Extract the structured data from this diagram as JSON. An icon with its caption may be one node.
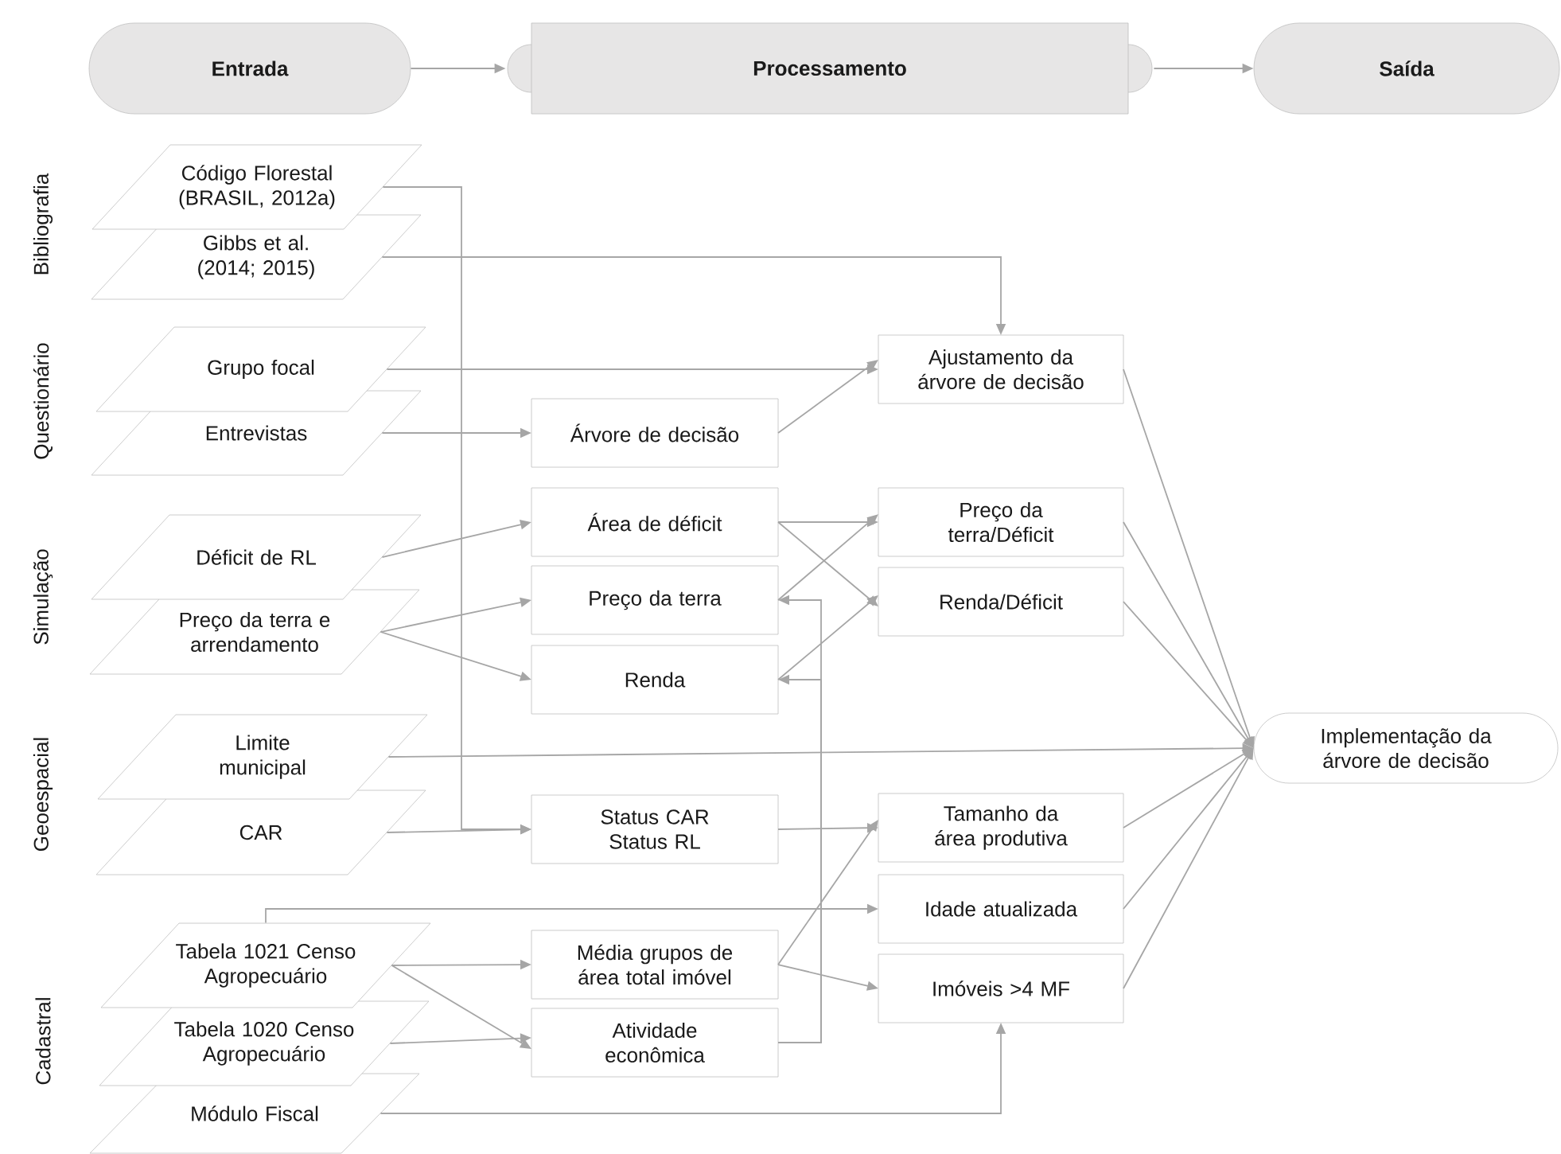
{
  "diagram": {
    "nodes": [
      {
        "text": [
          "Entrada"
        ]
      },
      {
        "text": [
          "Processamento"
        ]
      },
      {
        "text": [
          "Saída"
        ]
      },
      {
        "text": [
          "Código Florestal (BRASIL, 2012a)"
        ]
      },
      {
        "text": [
          "Gibbs et al. (2014; 2015)"
        ]
      },
      {
        "text": [
          "Grupo focal"
        ]
      },
      {
        "text": [
          "Entrevistas"
        ]
      },
      {
        "text": [
          "Déficit de RL"
        ]
      },
      {
        "text": [
          "Preço da terra e arrendamento"
        ]
      },
      {
        "text": [
          "Limite municipal"
        ]
      },
      {
        "text": [
          "CAR"
        ]
      },
      {
        "text": [
          "Tabela 1021 Censo Agropecuário"
        ]
      },
      {
        "text": [
          "Tabela 1020 Censo Agropecuário"
        ]
      },
      {
        "text": [
          "Módulo Fiscal"
        ]
      },
      {
        "text": [
          "Árvore de decisão"
        ]
      },
      {
        "text": [
          "Área de déficit"
        ]
      },
      {
        "text": [
          "Preço da terra"
        ]
      },
      {
        "text": [
          "Renda"
        ]
      },
      {
        "text": [
          "Status CAR Status RL"
        ]
      },
      {
        "text": [
          "Média grupos de área total imóvel"
        ]
      },
      {
        "text": [
          "Atividade econômica"
        ]
      },
      {
        "text": [
          "Ajustamento da árvore de decisão"
        ]
      },
      {
        "text": [
          "Preço da terra/Déficit"
        ]
      },
      {
        "text": [
          "Renda/Déficit"
        ]
      },
      {
        "text": [
          "Tamanho da área produtiva"
        ]
      },
      {
        "text": [
          "Idade atualizada"
        ]
      },
      {
        "text": [
          "Imóveis >4 MF"
        ]
      },
      {
        "text": [
          "Implementação da árvore de decisão"
        ]
      }
    ],
    "edges": [
      {
        "from": 0,
        "to": 1,
        "arrow": "to"
      },
      {
        "from": 1,
        "to": 2,
        "arrow": "to"
      },
      {
        "from": 3,
        "to": 18,
        "arrow": "to"
      },
      {
        "from": 4,
        "to": 21,
        "arrow": "to"
      },
      {
        "from": 5,
        "to": 21,
        "arrow": "to"
      },
      {
        "from": 6,
        "to": 14,
        "arrow": "to"
      },
      {
        "from": 14,
        "to": 21,
        "arrow": "to"
      },
      {
        "from": 7,
        "to": 15,
        "arrow": "to"
      },
      {
        "from": 8,
        "to": 16,
        "arrow": "to"
      },
      {
        "from": 8,
        "to": 17,
        "arrow": "to"
      },
      {
        "from": 15,
        "to": 22,
        "arrow": "to"
      },
      {
        "from": 15,
        "to": 23,
        "arrow": "to"
      },
      {
        "from": 16,
        "to": 22,
        "arrow": "to"
      },
      {
        "from": 17,
        "to": 23,
        "arrow": "to"
      },
      {
        "from": 20,
        "to": 16,
        "arrow": "to"
      },
      {
        "from": 20,
        "to": 17,
        "arrow": "to"
      },
      {
        "from": 10,
        "to": 18,
        "arrow": "to"
      },
      {
        "from": 18,
        "to": 24,
        "arrow": "to"
      },
      {
        "from": 19,
        "to": 24,
        "arrow": "to"
      },
      {
        "from": 19,
        "to": 26,
        "arrow": "to"
      },
      {
        "from": 11,
        "to": 25,
        "arrow": "to"
      },
      {
        "from": 11,
        "to": 19,
        "arrow": "to"
      },
      {
        "from": 11,
        "to": 20,
        "arrow": "to"
      },
      {
        "from": 12,
        "to": 20,
        "arrow": "to"
      },
      {
        "from": 13,
        "to": 26,
        "arrow": "to"
      },
      {
        "from": 9,
        "to": 27,
        "arrow": "to"
      },
      {
        "from": 21,
        "to": 27,
        "arrow": "to"
      },
      {
        "from": 22,
        "to": 27,
        "arrow": "to"
      },
      {
        "from": 23,
        "to": 27,
        "arrow": "to"
      },
      {
        "from": 24,
        "to": 27,
        "arrow": "to"
      },
      {
        "from": 25,
        "to": 27,
        "arrow": "to"
      },
      {
        "from": 26,
        "to": 27,
        "arrow": "to"
      }
    ],
    "labels": [
      "Bibliografia",
      "Questionário",
      "Simulação",
      "Geoespacial",
      "Cadastral"
    ]
  }
}
